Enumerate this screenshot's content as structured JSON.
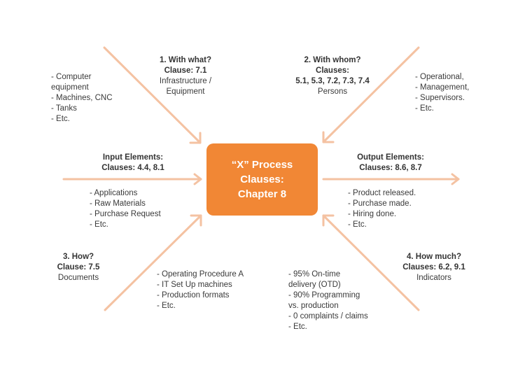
{
  "colors": {
    "arrow": "#f4c2a2",
    "center_fill": "#f18735",
    "center_text": "#ffffff",
    "text": "#3a3a3a"
  },
  "center": {
    "line1": "“X” Process",
    "line2": "Clauses:",
    "line3": "Chapter 8"
  },
  "with_what": {
    "title": "1. With what?",
    "clause": "Clause: 7.1",
    "desc1": "Infrastructure /",
    "desc2": "Equipment"
  },
  "with_whom": {
    "title": "2. With whom?",
    "clause_label": "Clauses:",
    "clauses": "5.1, 5.3, 7.2, 7.3, 7.4",
    "desc": "Persons"
  },
  "how": {
    "title": "3. How?",
    "clause": "Clause: 7.5",
    "desc": "Documents"
  },
  "how_much": {
    "title": "4. How much?",
    "clause": "Clauses: 6.2, 9.1",
    "desc": "Indicators"
  },
  "input": {
    "title": "Input Elements:",
    "clauses": "Clauses: 4.4, 8.1"
  },
  "output": {
    "title": "Output Elements:",
    "clauses": "Clauses: 8.6, 8.7"
  },
  "equipment_list": [
    "- Computer",
    "equipment",
    "- Machines, CNC",
    "- Tanks",
    "- Etc."
  ],
  "persons_list": [
    "- Operational,",
    "- Management,",
    "- Supervisors.",
    "- Etc."
  ],
  "input_list": [
    "- Applications",
    "- Raw Materials",
    "- Purchase Request",
    "- Etc."
  ],
  "output_list": [
    "- Product released.",
    "- Purchase made.",
    "- Hiring done.",
    "- Etc."
  ],
  "documents_list": [
    "- Operating Procedure A",
    "- IT Set Up machines",
    "- Production formats",
    "- Etc."
  ],
  "indicators_list": [
    "- 95% On-time",
    "delivery (OTD)",
    "- 90% Programming",
    "vs. production",
    "- 0 complaints / claims",
    "- Etc."
  ]
}
